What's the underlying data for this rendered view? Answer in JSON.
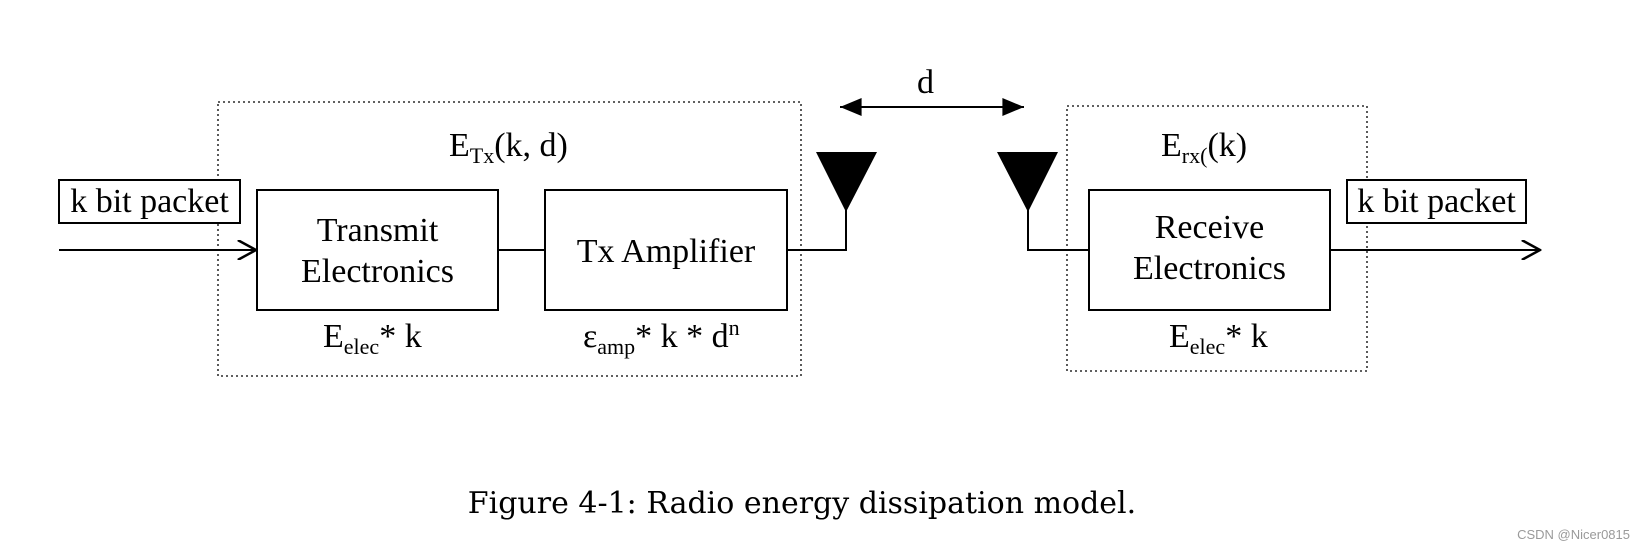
{
  "diagram": {
    "input_packet": "k bit packet",
    "output_packet": "k bit packet",
    "distance": "d",
    "transmitter": {
      "energy_base": "E",
      "energy_sub": "Tx",
      "energy_args": "(k, d)",
      "electronics_line1": "Transmit",
      "electronics_line2": "Electronics",
      "electronics_cost_base": "E",
      "electronics_cost_sub": "elec",
      "electronics_cost_tail": "* k",
      "amplifier_label": "Tx Amplifier",
      "amplifier_cost_base": "ε",
      "amplifier_cost_sub": "amp",
      "amplifier_cost_mid": "* k * d",
      "amplifier_cost_sup": "n"
    },
    "receiver": {
      "energy_base": "E",
      "energy_sub": "rx(",
      "energy_args": "(k)",
      "electronics_line1": "Receive",
      "electronics_line2": "Electronics",
      "electronics_cost_base": "E",
      "electronics_cost_sub": "elec",
      "electronics_cost_tail": "* k"
    }
  },
  "caption": "Figure 4-1: Radio energy dissipation model.",
  "watermark": "CSDN @Nicer0815"
}
